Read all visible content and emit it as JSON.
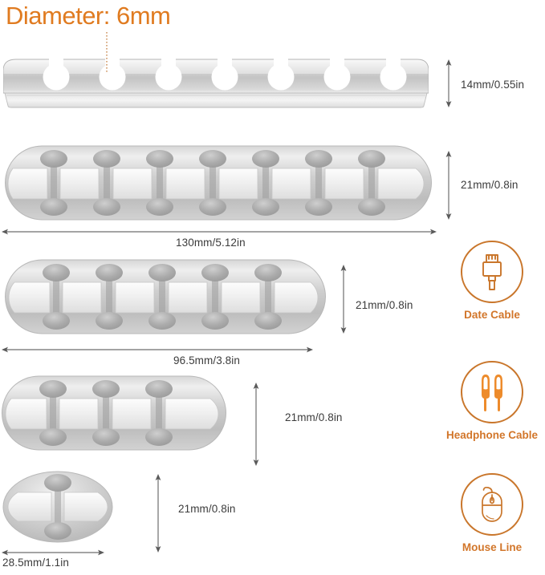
{
  "title": "Diameter: 6mm",
  "colors": {
    "orange_title": "#E07B20",
    "orange_badge": "#C9762B",
    "orange_badge_label": "#D2762A",
    "dimension_text": "#3b3b3b",
    "clip_body_light": "#e9e9e9",
    "clip_body_mid": "#c9c9c9",
    "clip_body_dark": "#a9a9a9",
    "background": "#ffffff"
  },
  "diagram": {
    "rows": [
      {
        "name": "profile-view-7-slot",
        "view": "profile",
        "slots": 7,
        "dimension_vertical": "14mm/0.55in",
        "dimension_horizontal": null,
        "leader_label": "Diameter: 6mm"
      },
      {
        "name": "clip-7-slot",
        "view": "top",
        "slots": 7,
        "pads": 8,
        "dimension_vertical": "21mm/0.8in",
        "dimension_horizontal": "130mm/5.12in"
      },
      {
        "name": "clip-5-slot",
        "view": "top",
        "slots": 5,
        "pads": 6,
        "dimension_vertical": "21mm/0.8in",
        "dimension_horizontal": "96.5mm/3.8in"
      },
      {
        "name": "clip-3-slot",
        "view": "top",
        "slots": 3,
        "pads": 4,
        "dimension_vertical": "21mm/0.8in",
        "dimension_horizontal": null
      },
      {
        "name": "clip-1-slot",
        "view": "top",
        "slots": 1,
        "pads": 2,
        "dimension_vertical": "21mm/0.8in",
        "dimension_horizontal": "28.5mm/1.1in"
      }
    ]
  },
  "dimensions": {
    "height_14mm": "14mm/0.55in",
    "height_21mm_row2": "21mm/0.8in",
    "height_21mm_row3": "21mm/0.8in",
    "height_21mm_row4": "21mm/0.8in",
    "height_21mm_row5": "21mm/0.8in",
    "width_130mm": "130mm/5.12in",
    "width_96mm": "96.5mm/3.8in",
    "width_28mm": "28.5mm/1.1in"
  },
  "badges": [
    {
      "icon": "usb-cable-icon",
      "label": "Date Cable"
    },
    {
      "icon": "earbuds-icon",
      "label": "Headphone Cable"
    },
    {
      "icon": "mouse-icon",
      "label": "Mouse Line"
    }
  ]
}
